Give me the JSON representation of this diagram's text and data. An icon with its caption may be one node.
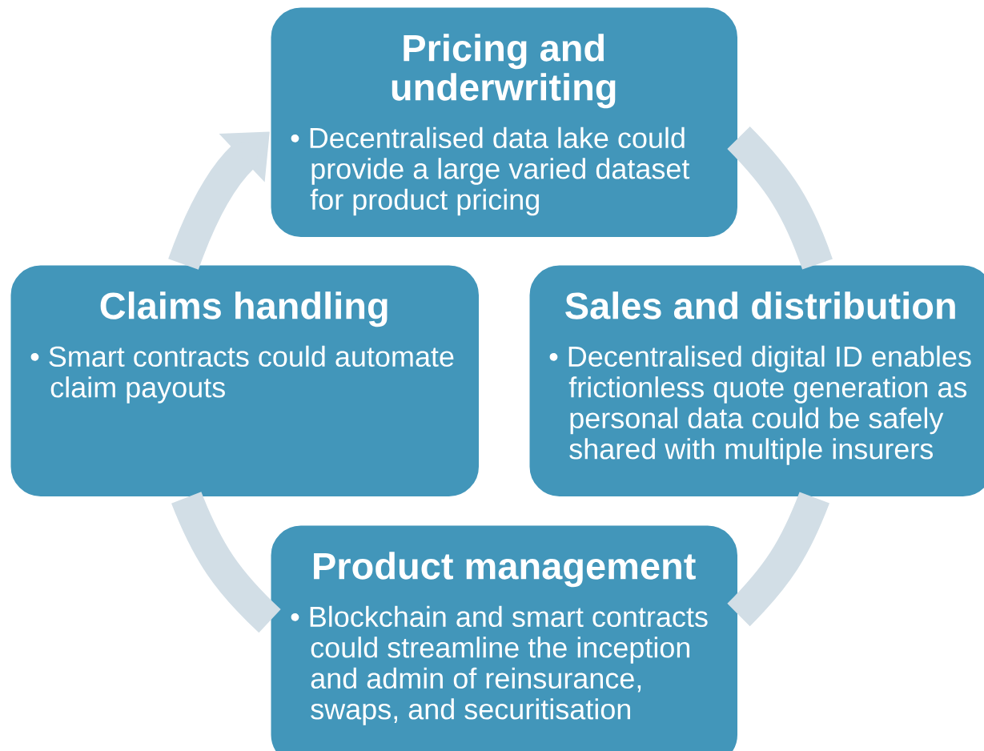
{
  "diagram": {
    "nodes": [
      {
        "text": [
          "Pricing and underwriting",
          "• Decentralised data lake could provide a large varied dataset for product pricing"
        ]
      },
      {
        "text": [
          "Claims handling",
          "• Smart contracts could automate claim payouts"
        ]
      },
      {
        "text": [
          "Sales and distribution",
          "• Decentralised digital ID enables frictionless quote generation as personal data could be safely shared with multiple insurers"
        ]
      },
      {
        "text": [
          "Product management",
          "• Blockchain and smart contracts could streamline the inception and admin of reinsurance, swaps, and securitisation"
        ]
      }
    ],
    "edges": [
      {
        "from": 0,
        "to": 2,
        "arrow": "none"
      },
      {
        "from": 2,
        "to": 3,
        "arrow": "none"
      },
      {
        "from": 3,
        "to": 1,
        "arrow": "none"
      },
      {
        "from": 1,
        "to": 0,
        "arrow": "to"
      }
    ]
  }
}
